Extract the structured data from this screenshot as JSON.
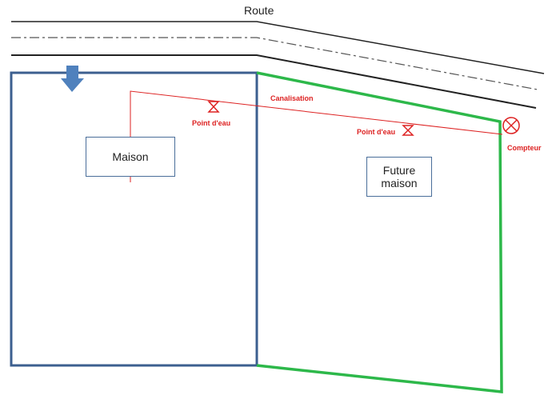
{
  "road_label": "Route",
  "house_label": "Maison",
  "future_house_label": "Future maison",
  "pipe_label": "Canalisation",
  "water_point_1": "Point d'eau",
  "water_point_2": "Point d'eau",
  "meter_label": "Compteur",
  "colors": {
    "existing_plot": "#3c5f8f",
    "new_plot": "#2db84a",
    "pipe": "#dd2222",
    "arrow": "#4f81bd"
  }
}
